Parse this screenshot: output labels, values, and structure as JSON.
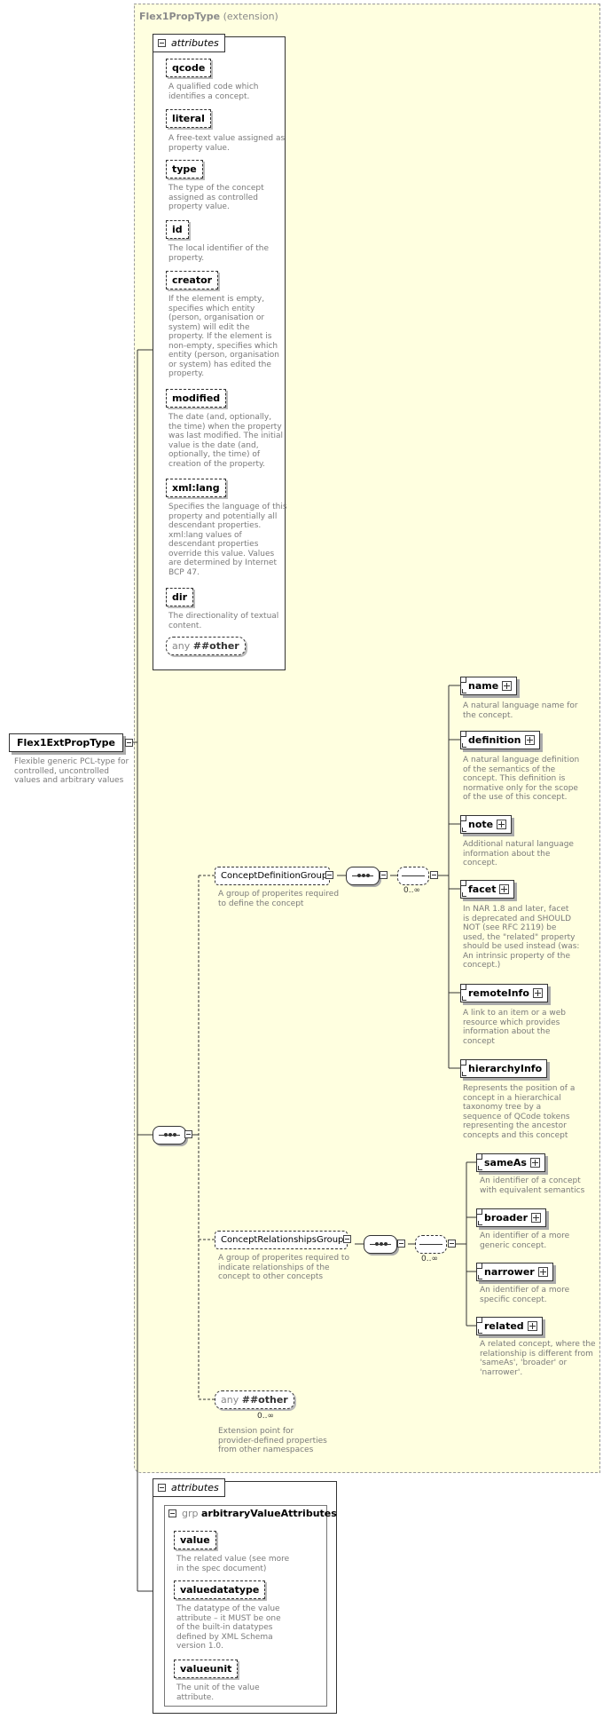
{
  "extension": {
    "type_name": "Flex1PropType",
    "label": "(extension)"
  },
  "attributes_label": "attributes",
  "root": {
    "name": "Flex1ExtPropType",
    "description": "Flexible generic PCL-type for\ncontrolled, uncontrolled\nvalues and arbitrary values"
  },
  "attributes": [
    {
      "name": "qcode",
      "description": "A qualified code which\nidentifies a concept."
    },
    {
      "name": "literal",
      "description": "A free-text value assigned as\nproperty value."
    },
    {
      "name": "type",
      "description": "The type of the concept\nassigned as controlled\nproperty value."
    },
    {
      "name": "id",
      "description": "The local identifier of the\nproperty."
    },
    {
      "name": "creator",
      "description": "If the element is empty,\nspecifies which entity\n(person, organisation or\nsystem) will edit the\nproperty. If the element is\nnon-empty, specifies which\nentity (person, organisation\nor system) has edited the\nproperty."
    },
    {
      "name": "modified",
      "description": "The date (and, optionally,\nthe time) when the property\nwas last modified. The initial\nvalue is the date (and,\noptionally, the time) of\ncreation of the property."
    },
    {
      "name": "xml:lang",
      "description": "Specifies the language of this\nproperty and potentially all\ndescendant properties.\nxml:lang values of\ndescendant properties\noverride this value. Values\nare determined by Internet\nBCP 47."
    },
    {
      "name": "dir",
      "description": "The directionality of textual\ncontent."
    }
  ],
  "any_other": {
    "prefix": "any",
    "name": "##other"
  },
  "concept_definition_group": {
    "name": "ConceptDefinitionGroup",
    "description": "A group of properites required\nto define the concept",
    "cardinality": "0..∞",
    "elements": [
      {
        "name": "name",
        "description": "A natural language name for\nthe concept."
      },
      {
        "name": "definition",
        "description": "A natural language definition\nof the semantics of the\nconcept. This definition is\nnormative only for the scope\nof the use of this concept."
      },
      {
        "name": "note",
        "description": "Additional natural language\ninformation about the\nconcept."
      },
      {
        "name": "facet",
        "description": "In NAR 1.8 and later, facet\nis deprecated and SHOULD\nNOT (see RFC 2119) be\nused, the \"related\" property\nshould be used instead (was:\nAn intrinsic property of the\nconcept.)"
      },
      {
        "name": "remoteInfo",
        "description": "A link to an item or a web\nresource which provides\ninformation about the\nconcept"
      },
      {
        "name": "hierarchyInfo",
        "description": "Represents the position of a\nconcept in a hierarchical\ntaxonomy tree by a\nsequence of QCode tokens\nrepresenting the ancestor\nconcepts and this concept"
      }
    ]
  },
  "concept_relationships_group": {
    "name": "ConceptRelationshipsGroup",
    "description": "A group of properites required to\nindicate relationships of the\nconcept to other concepts",
    "cardinality": "0..∞",
    "elements": [
      {
        "name": "sameAs",
        "description": "An identifier of a concept\nwith equivalent semantics"
      },
      {
        "name": "broader",
        "description": "An identifier of a more\ngeneric concept."
      },
      {
        "name": "narrower",
        "description": "An identifier of a more\nspecific concept."
      },
      {
        "name": "related",
        "description": "A related concept, where the\nrelationship is different from\n'sameAs', 'broader' or\n'narrower'."
      }
    ]
  },
  "extension_point": {
    "prefix": "any",
    "name": "##other",
    "cardinality": "0..∞",
    "description": "Extension point for\nprovider-defined properties\nfrom other namespaces"
  },
  "arbitrary_group": {
    "prefix": "grp",
    "name": "arbitraryValueAttributes"
  },
  "arbitrary_attributes": [
    {
      "name": "value",
      "description": "The related value (see more\nin the spec document)"
    },
    {
      "name": "valuedatatype",
      "description": "The datatype of the value\nattribute – it MUST be one\nof the built-in datatypes\ndefined by XML Schema\nversion 1.0."
    },
    {
      "name": "valueunit",
      "description": "The unit of the value\nattribute."
    }
  ]
}
